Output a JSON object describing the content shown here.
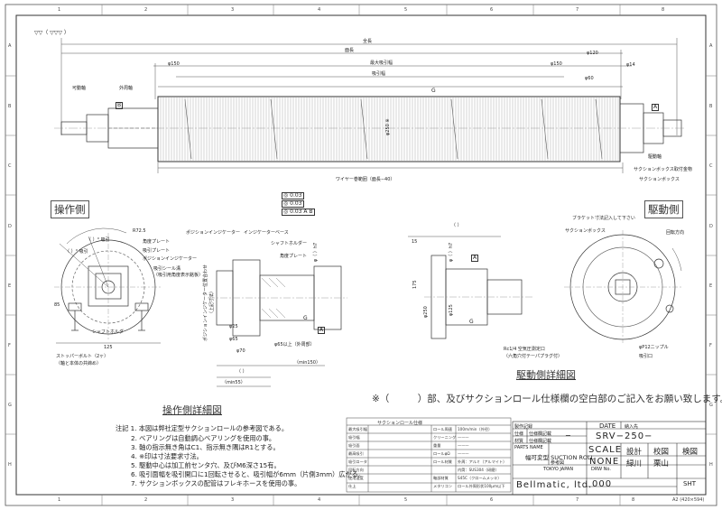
{
  "header": {
    "roughness": "▽▽（ ▽▽▽ ）"
  },
  "border": {
    "cols": [
      "1",
      "2",
      "3",
      "4",
      "5",
      "6",
      "7",
      "8"
    ],
    "rows": [
      "A",
      "B",
      "C",
      "D",
      "E",
      "F",
      "G",
      "H"
    ],
    "sheet_size": "A2 (420×594)"
  },
  "main_view": {
    "overall_length": "全長",
    "face_length": "面長",
    "max_suction_width": "最大吸引幅",
    "suction_width": "吸引幅",
    "wire_spiral": "ワイヤー巻範囲（面長−40）",
    "dia_150_left": "φ150",
    "dia_150_right": "φ150",
    "dia_120": "φ120",
    "dia_14": "φ14",
    "dia_60": "φ60",
    "roll_dia": "φ250 ※",
    "movable_shaft": "可動軸",
    "outer_tube": "外周軸",
    "drive_shaft": "駆動軸",
    "suction_box_flange": "サクションボックス取付金物",
    "suction_box": "サクションボックス",
    "datum_b": "B",
    "datum_a": "A",
    "datum_g": "G",
    "tol_1": "◎ 0.03",
    "tol_2": "◎ 0.03",
    "tol_3": "◎ 0.03 A B"
  },
  "operation_side": {
    "label": "操作側",
    "detail_title": "操作側詳細図",
    "r725": "R72.5",
    "angle_a": "（ ）° 吸引",
    "angle_b": "（ ）° 吸引",
    "tip_plate": "角度プレート",
    "position_indicator": "ポジションインジケーター",
    "indicator_plate": "吸引プレート",
    "arc_scale": "吸引シール溝",
    "arc_note": "（吸引用角度表示銘板）",
    "dim_85": "85",
    "dim_125": "125",
    "shaft_holder": "シャフトホルダ",
    "stopper_bolt": "ストッパーボルト（2ヶ）",
    "stopper_note": "（軸と本体の共締め）",
    "pos_indicator_2": "ポジションインジケーター",
    "indicator_base": "インジケーターベース",
    "shaft_holder_2": "シャフトホルダー",
    "angle_plate_2": "角度プレート",
    "dia_shaft": "φ（ ）h7",
    "dia_25": "φ25",
    "dia_65": "φ65",
    "dia_70": "φ70",
    "dia_sleeve": "φ65以上（外周部）",
    "min_150": "（min150）",
    "min_55": "（min55）",
    "side_note_a": "ポジションインジケーター位置合わせ",
    "side_note_b": "（上記寸法）",
    "datum_a": "A",
    "datum_g": "G",
    "paren": "（ ）"
  },
  "drive_side": {
    "label": "駆動側",
    "detail_title": "駆動側詳細図",
    "bracket_note": "ブラケット寸法記入して下さい",
    "suction_box": "サクションボックス",
    "dim_15": "15",
    "dim_175": "175",
    "dia_250": "φ250",
    "dia_125": "φ125",
    "dia_shaft": "φ（ ）h7",
    "rc_port": "Rc1/4 空気圧測定口",
    "rc_note": "（六角穴付テーパプラグ付）",
    "p12": "φP12ニップル",
    "pressure_port": "吸引口",
    "rotation_dir": "回転方向",
    "datum_a": "A",
    "datum_g": "G",
    "paren": "（ ）"
  },
  "request_note": "※（　　　）部、及びサクションロール仕様欄の空白部のご記入をお願い致します。",
  "notes": [
    "注記 1. 本図は弊社定型サクションロールの参考図である。",
    "2. ベアリングは自動調心ベアリングを使用の事。",
    "3. 軸の指示無き角はC1、指示無き隅はR1とする。",
    "4. ※印は寸法要求寸法。",
    "5. 駆動中心は加工前センタ穴、及びM6深さ15有。",
    "6. 吸引面幅を吸引開口に1回転させると、吸引幅が6mm（片側3mm）広がる。",
    "7. サクションボックスの配管はフレキホースを使用の事。"
  ],
  "spec_table": {
    "title": "サクションロール仕様",
    "rows": [
      [
        "最大吸引幅",
        "",
        "ロール周速",
        "100m/min（外径）"
      ],
      [
        "吸引幅",
        "",
        "クリーニング",
        "———"
      ],
      [
        "吸引面",
        "",
        "重量",
        "———"
      ],
      [
        "最高吸引",
        "",
        "ロールφΩ",
        "———"
      ],
      [
        "吸引ロータ",
        "",
        "ロール材質",
        "外周：アルミ（アルマイト）"
      ],
      [
        "回転方向",
        "",
        "",
        "内筒：SUS304（研磨）"
      ],
      [
        "使用温度",
        "",
        "軸部材質",
        "S45C（クロームメッキ）"
      ],
      [
        "仕上",
        "",
        "メタリコン",
        "ロール外周形状100μm以下"
      ]
    ]
  },
  "title_block": {
    "change_record": "製作記録",
    "row_spec": "仕様",
    "row_spec_val": "仕様欄記載",
    "row_mat": "材質",
    "row_mat_val": "仕様欄記載",
    "date_label": "DATE",
    "customer_label": "納入先",
    "drawing_no": "SRV−250−",
    "parts_name_label": "PARTS NAME",
    "parts_name": "幅可変型 SUCTION ROLL",
    "parts_sub": "参考図",
    "dash": "−",
    "scale_label": "SCALE",
    "scale_val": "NONE",
    "design_label": "設計",
    "design_val": "緑川",
    "check_label": "校図",
    "check_val": "栗山",
    "approve_label": "検図",
    "city": "TOKYO JAPAN",
    "dwg_no_label": "DRW No.",
    "company": "Bellmatic, ltd.",
    "dwg_no": "000",
    "sheet_label": "SHT"
  }
}
